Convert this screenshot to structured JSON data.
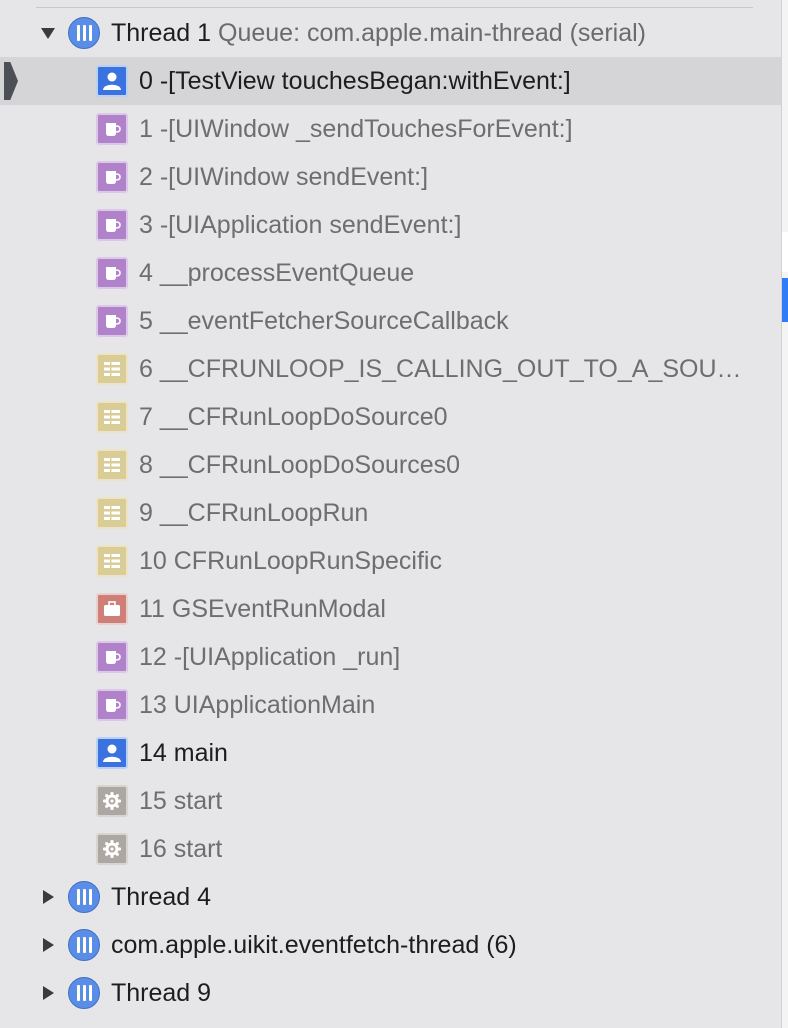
{
  "threads": [
    {
      "name": "Thread 1",
      "queue": "Queue: com.apple.main-thread (serial)",
      "expanded": true,
      "frames": [
        {
          "label": "0 -[TestView touchesBegan:withEvent:]",
          "kind": "user",
          "icon": "user-icon",
          "selected": true
        },
        {
          "label": "1 -[UIWindow _sendTouchesForEvent:]",
          "kind": "uikit",
          "icon": "cup-icon"
        },
        {
          "label": "2 -[UIWindow sendEvent:]",
          "kind": "uikit",
          "icon": "cup-icon"
        },
        {
          "label": "3 -[UIApplication sendEvent:]",
          "kind": "uikit",
          "icon": "cup-icon"
        },
        {
          "label": "4 __processEventQueue",
          "kind": "uikit",
          "icon": "cup-icon"
        },
        {
          "label": "5 __eventFetcherSourceCallback",
          "kind": "uikit",
          "icon": "cup-icon"
        },
        {
          "label": "6 __CFRUNLOOP_IS_CALLING_OUT_TO_A_SOURC...",
          "kind": "cf",
          "icon": "grid-icon"
        },
        {
          "label": "7 __CFRunLoopDoSource0",
          "kind": "cf",
          "icon": "grid-icon"
        },
        {
          "label": "8 __CFRunLoopDoSources0",
          "kind": "cf",
          "icon": "grid-icon"
        },
        {
          "label": "9 __CFRunLoopRun",
          "kind": "cf",
          "icon": "grid-icon"
        },
        {
          "label": "10 CFRunLoopRunSpecific",
          "kind": "cf",
          "icon": "grid-icon"
        },
        {
          "label": "11 GSEventRunModal",
          "kind": "gs",
          "icon": "briefcase-icon"
        },
        {
          "label": "12 -[UIApplication _run]",
          "kind": "uikit",
          "icon": "cup-icon"
        },
        {
          "label": "13 UIApplicationMain",
          "kind": "uikit",
          "icon": "cup-icon"
        },
        {
          "label": "14 main",
          "kind": "user",
          "icon": "user-icon"
        },
        {
          "label": "15 start",
          "kind": "sys",
          "icon": "gear-icon"
        },
        {
          "label": "16 start",
          "kind": "sys",
          "icon": "gear-icon"
        }
      ]
    },
    {
      "name": "Thread 4",
      "queue": "",
      "expanded": false,
      "frames": []
    },
    {
      "name": "com.apple.uikit.eventfetch-thread (6)",
      "queue": "",
      "expanded": false,
      "frames": []
    },
    {
      "name": "Thread 9",
      "queue": "",
      "expanded": false,
      "frames": []
    }
  ],
  "colors": {
    "selection": "#d5d5d8",
    "thread_icon": "#5a8de6",
    "user_frame": "#3a73df",
    "uikit_frame": "#b082c9",
    "cf_frame": "#d9cc97",
    "gs_frame": "#cf7f78",
    "sys_frame": "#aca7a2"
  }
}
